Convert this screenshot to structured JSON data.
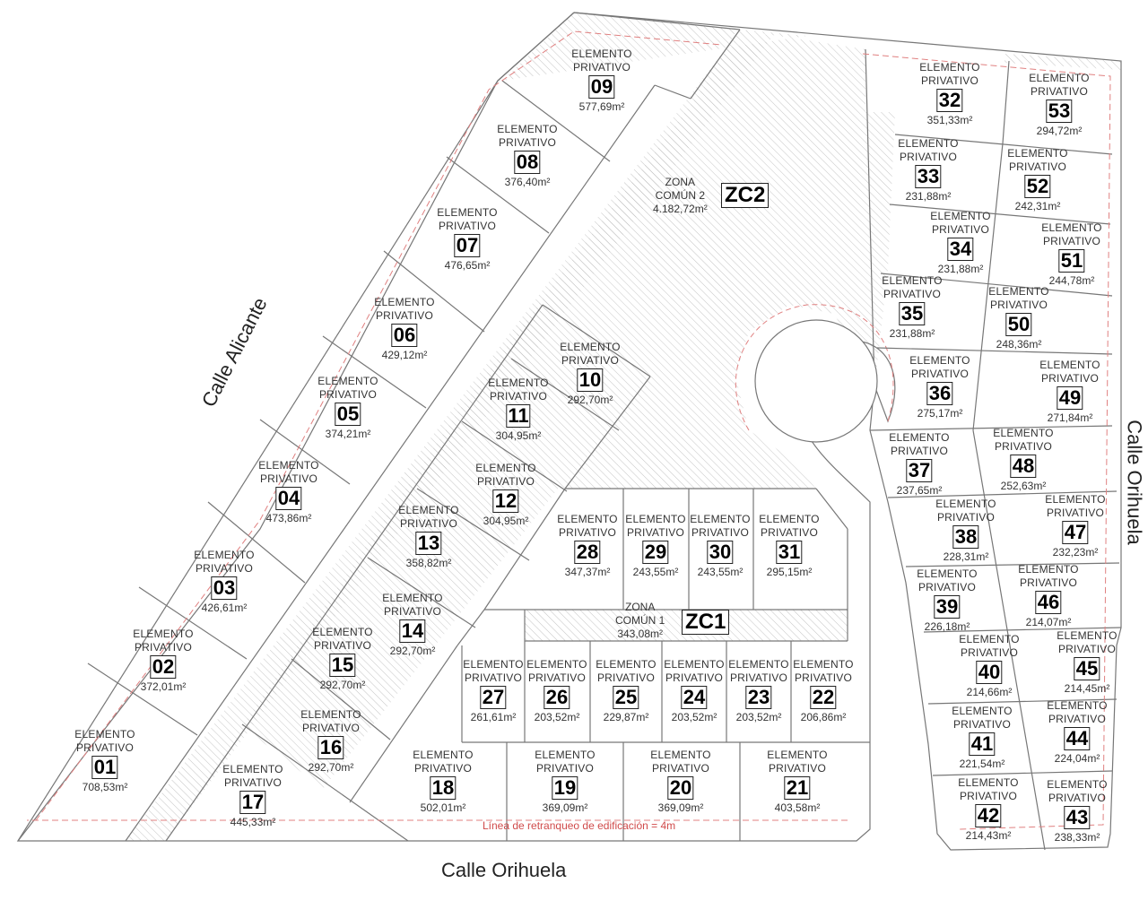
{
  "street_labels": {
    "left": "Calle Alicante",
    "bottom": "Calle Orihuela",
    "right": "Calle Orihuela"
  },
  "setback_label": "Línea de retranqueo de edificación = 4m",
  "zones": {
    "zc2": {
      "text1": "ZONA",
      "text2": "COMÚN 2",
      "area": "4.182,72m²",
      "code": "ZC2"
    },
    "zc1": {
      "text1": "ZONA",
      "text2": "COMÚN 1",
      "area": "343,08m²",
      "code": "ZC1"
    }
  },
  "lot_title_1": "ELEMENTO",
  "lot_title_2": "PRIVATIVO",
  "lots": [
    {
      "n": "01",
      "a": "708,53m²"
    },
    {
      "n": "02",
      "a": "372,01m²"
    },
    {
      "n": "03",
      "a": "426,61m²"
    },
    {
      "n": "04",
      "a": "473,86m²"
    },
    {
      "n": "05",
      "a": "374,21m²"
    },
    {
      "n": "06",
      "a": "429,12m²"
    },
    {
      "n": "07",
      "a": "476,65m²"
    },
    {
      "n": "08",
      "a": "376,40m²"
    },
    {
      "n": "09",
      "a": "577,69m²"
    },
    {
      "n": "10",
      "a": "292,70m²"
    },
    {
      "n": "11",
      "a": "304,95m²"
    },
    {
      "n": "12",
      "a": "304,95m²"
    },
    {
      "n": "13",
      "a": "358,82m²"
    },
    {
      "n": "14",
      "a": "292,70m²"
    },
    {
      "n": "15",
      "a": "292,70m²"
    },
    {
      "n": "16",
      "a": "292,70m²"
    },
    {
      "n": "17",
      "a": "445,33m²"
    },
    {
      "n": "18",
      "a": "502,01m²"
    },
    {
      "n": "19",
      "a": "369,09m²"
    },
    {
      "n": "20",
      "a": "369,09m²"
    },
    {
      "n": "21",
      "a": "403,58m²"
    },
    {
      "n": "22",
      "a": "206,86m²"
    },
    {
      "n": "23",
      "a": "203,52m²"
    },
    {
      "n": "24",
      "a": "203,52m²"
    },
    {
      "n": "25",
      "a": "229,87m²"
    },
    {
      "n": "26",
      "a": "203,52m²"
    },
    {
      "n": "27",
      "a": "261,61m²"
    },
    {
      "n": "28",
      "a": "347,37m²"
    },
    {
      "n": "29",
      "a": "243,55m²"
    },
    {
      "n": "30",
      "a": "243,55m²"
    },
    {
      "n": "31",
      "a": "295,15m²"
    },
    {
      "n": "32",
      "a": "351,33m²"
    },
    {
      "n": "33",
      "a": "231,88m²"
    },
    {
      "n": "34",
      "a": "231,88m²"
    },
    {
      "n": "35",
      "a": "231,88m²"
    },
    {
      "n": "36",
      "a": "275,17m²"
    },
    {
      "n": "37",
      "a": "237,65m²"
    },
    {
      "n": "38",
      "a": "228,31m²"
    },
    {
      "n": "39",
      "a": "226,18m²"
    },
    {
      "n": "40",
      "a": "214,66m²"
    },
    {
      "n": "41",
      "a": "221,54m²"
    },
    {
      "n": "42",
      "a": "214,43m²"
    },
    {
      "n": "43",
      "a": "238,33m²"
    },
    {
      "n": "44",
      "a": "224,04m²"
    },
    {
      "n": "45",
      "a": "214,45m²"
    },
    {
      "n": "46",
      "a": "214,07m²"
    },
    {
      "n": "47",
      "a": "232,23m²"
    },
    {
      "n": "48",
      "a": "252,63m²"
    },
    {
      "n": "49",
      "a": "271,84m²"
    },
    {
      "n": "50",
      "a": "248,36m²"
    },
    {
      "n": "51",
      "a": "244,78m²"
    },
    {
      "n": "52",
      "a": "242,31m²"
    },
    {
      "n": "53",
      "a": "294,72m²"
    }
  ]
}
